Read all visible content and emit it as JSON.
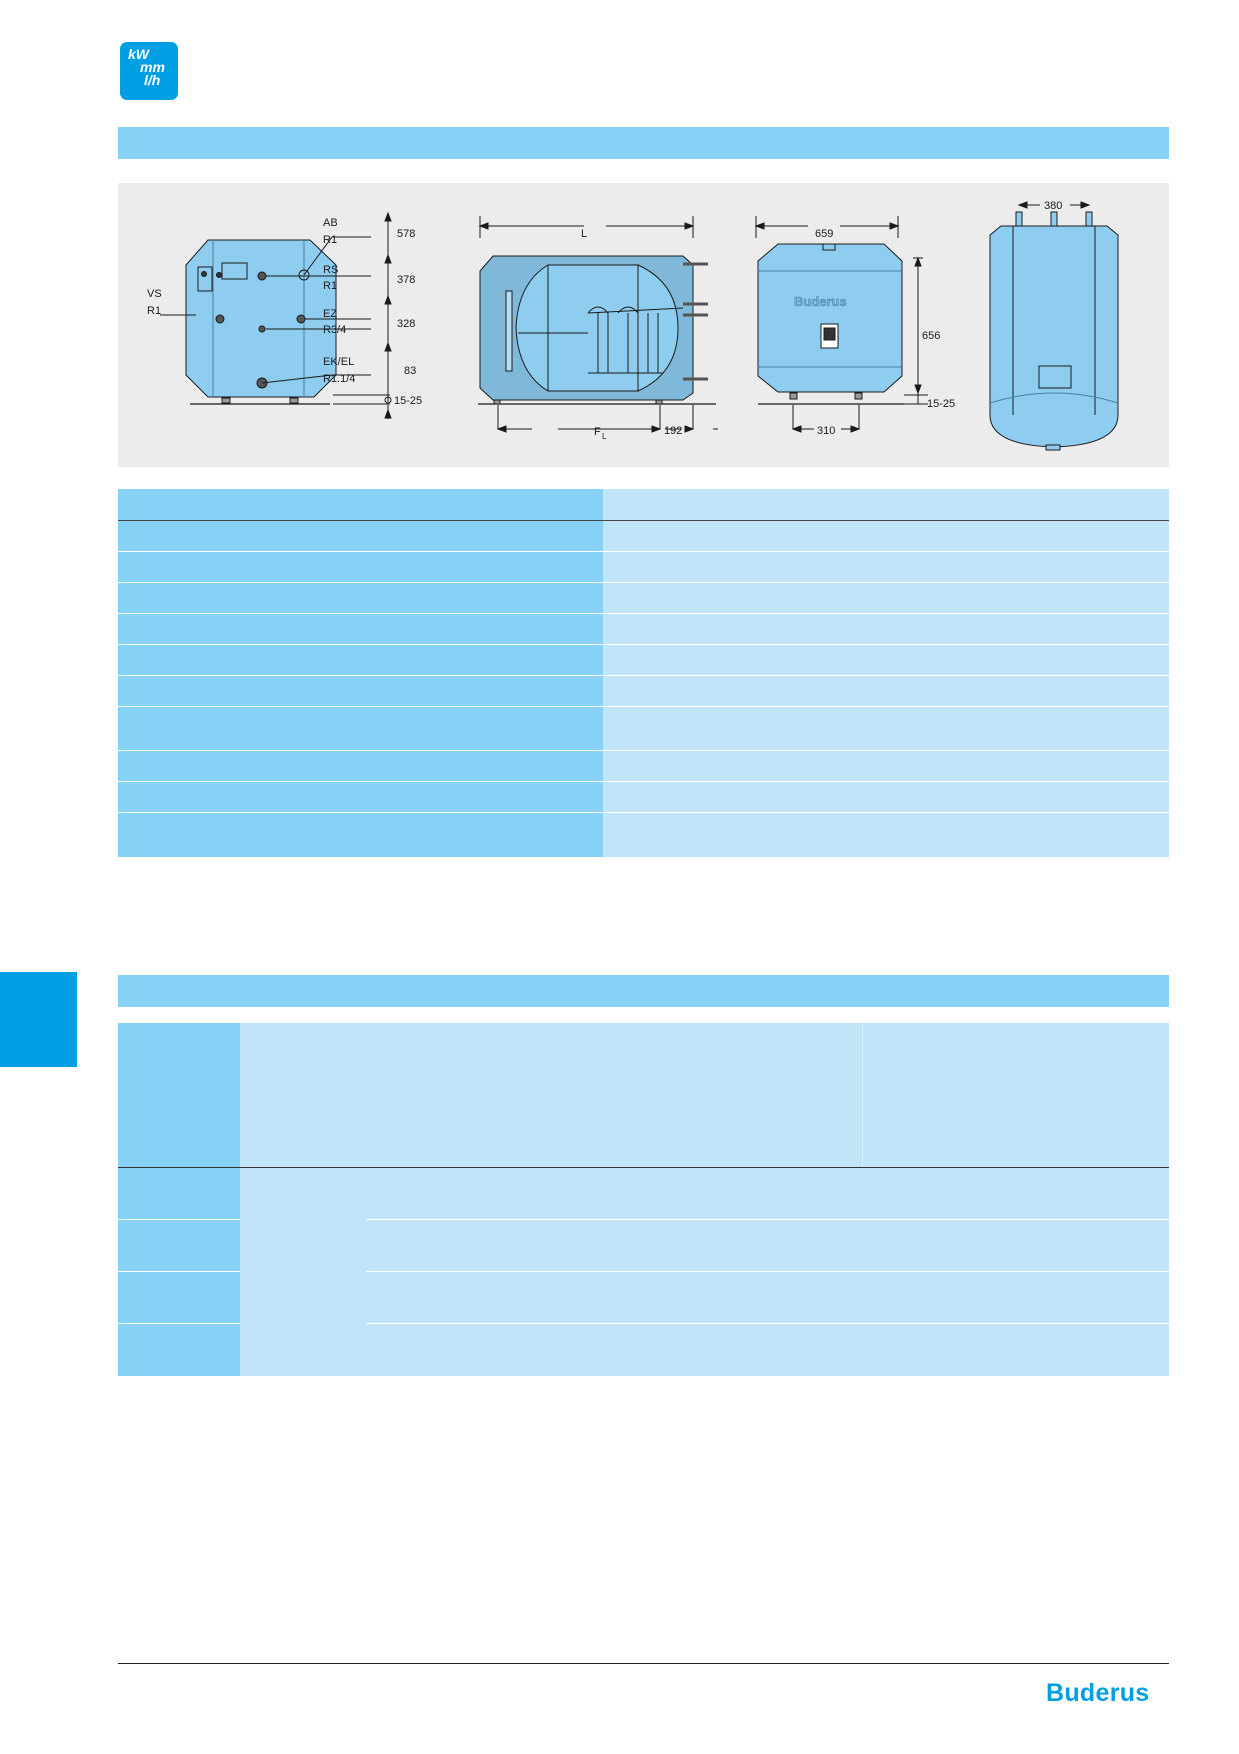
{
  "header": {
    "unit_icon": {
      "line1": "kW",
      "line2": "mm",
      "line3": "l/h"
    }
  },
  "figure": {
    "view1": {
      "connections": [
        {
          "code": "AB",
          "thread": "R1",
          "height": "578"
        },
        {
          "code": "RS",
          "thread": "R1",
          "height": "378"
        },
        {
          "code": "EZ",
          "thread": "R3/4",
          "height": "328"
        },
        {
          "code": "EK/EL",
          "thread": "R1.1/4",
          "height": "83"
        }
      ],
      "left_connection": {
        "code": "VS",
        "thread": "R1"
      },
      "feet": "15-25"
    },
    "view2": {
      "length": "L",
      "foot_distance": "F",
      "foot_sub": "L",
      "rear": "192"
    },
    "view3": {
      "width": "659",
      "height": "656",
      "feet": "15-25",
      "foot_spacing": "310",
      "brand": "Buderus"
    },
    "view4": {
      "top": "380"
    }
  },
  "spec_table": {
    "rows": 11
  },
  "footer": {
    "brand": "Buderus"
  },
  "colors": {
    "accent": "#009fe3",
    "band": "#87d1f5",
    "cell_light": "#c1e5f8",
    "panel": "#ececec",
    "tank": "#8ecdf0"
  }
}
